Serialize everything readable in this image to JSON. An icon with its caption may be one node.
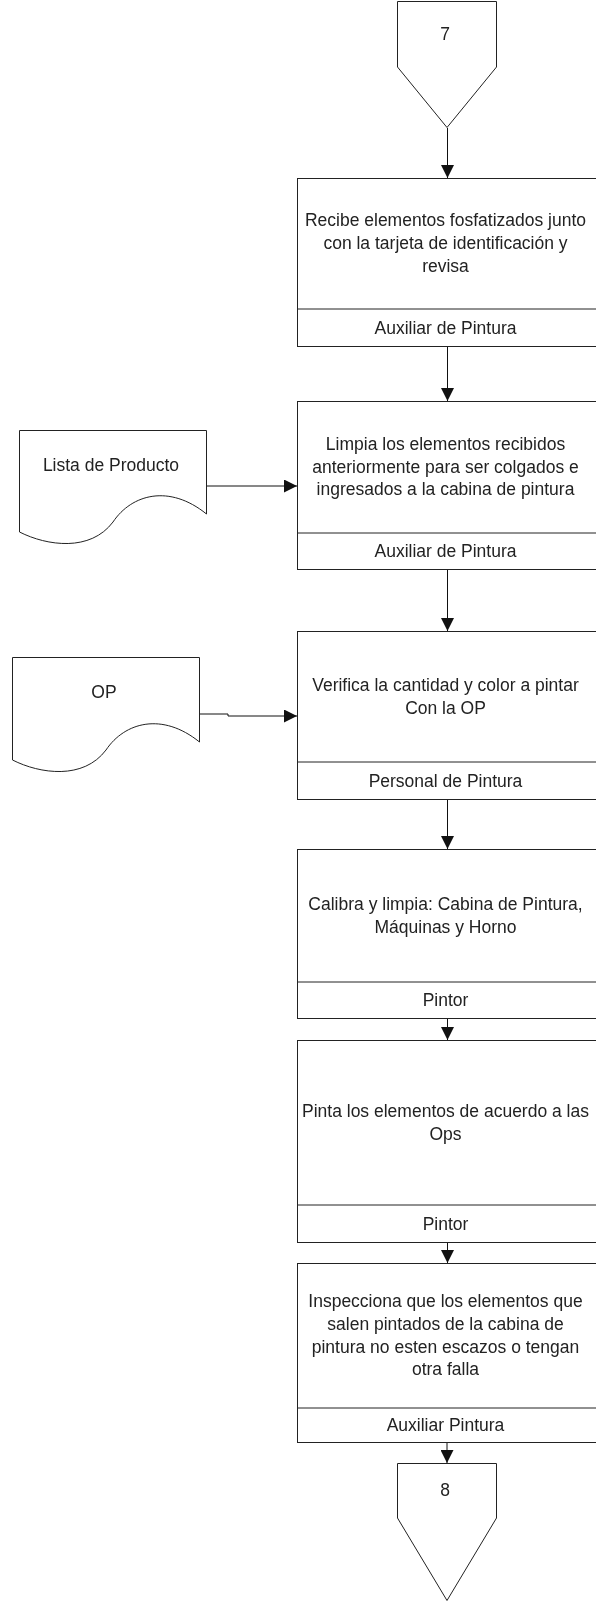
{
  "diagram": {
    "nodes": [
      {
        "text": [
          "7"
        ]
      },
      {
        "text": [
          "Recibe elementos fosfatizados junto con la tarjeta de identificación y revisa",
          "Auxiliar de Pintura"
        ]
      },
      {
        "text": [
          "Lista de Producto"
        ]
      },
      {
        "text": [
          "Limpia los elementos recibidos anteriormente para ser colgados e ingresados a la cabina de pintura",
          "Auxiliar de Pintura"
        ]
      },
      {
        "text": [
          "OP"
        ]
      },
      {
        "text": [
          "Verifica la cantidad y color a pintar Con la OP",
          "Personal de Pintura"
        ]
      },
      {
        "text": [
          "Calibra y limpia: Cabina de Pintura, Máquinas y Horno",
          "Pintor"
        ]
      },
      {
        "text": [
          "Pinta los elementos de acuerdo a las Ops",
          "Pintor"
        ]
      },
      {
        "text": [
          "Inspecciona que los elementos que salen pintados de la cabina de pintura no esten escazos o tengan otra falla",
          "Auxiliar Pintura"
        ]
      },
      {
        "text": [
          "8"
        ]
      }
    ],
    "edges": [
      {
        "from": 0,
        "to": 1,
        "arrow": "to"
      },
      {
        "from": 1,
        "to": 3,
        "arrow": "to"
      },
      {
        "from": 2,
        "to": 3,
        "arrow": "to"
      },
      {
        "from": 3,
        "to": 5,
        "arrow": "to"
      },
      {
        "from": 4,
        "to": 5,
        "arrow": "to"
      },
      {
        "from": 5,
        "to": 6,
        "arrow": "to"
      },
      {
        "from": 6,
        "to": 7,
        "arrow": "to"
      },
      {
        "from": 7,
        "to": 8,
        "arrow": "to"
      },
      {
        "from": 8,
        "to": 9,
        "arrow": "to"
      }
    ]
  }
}
